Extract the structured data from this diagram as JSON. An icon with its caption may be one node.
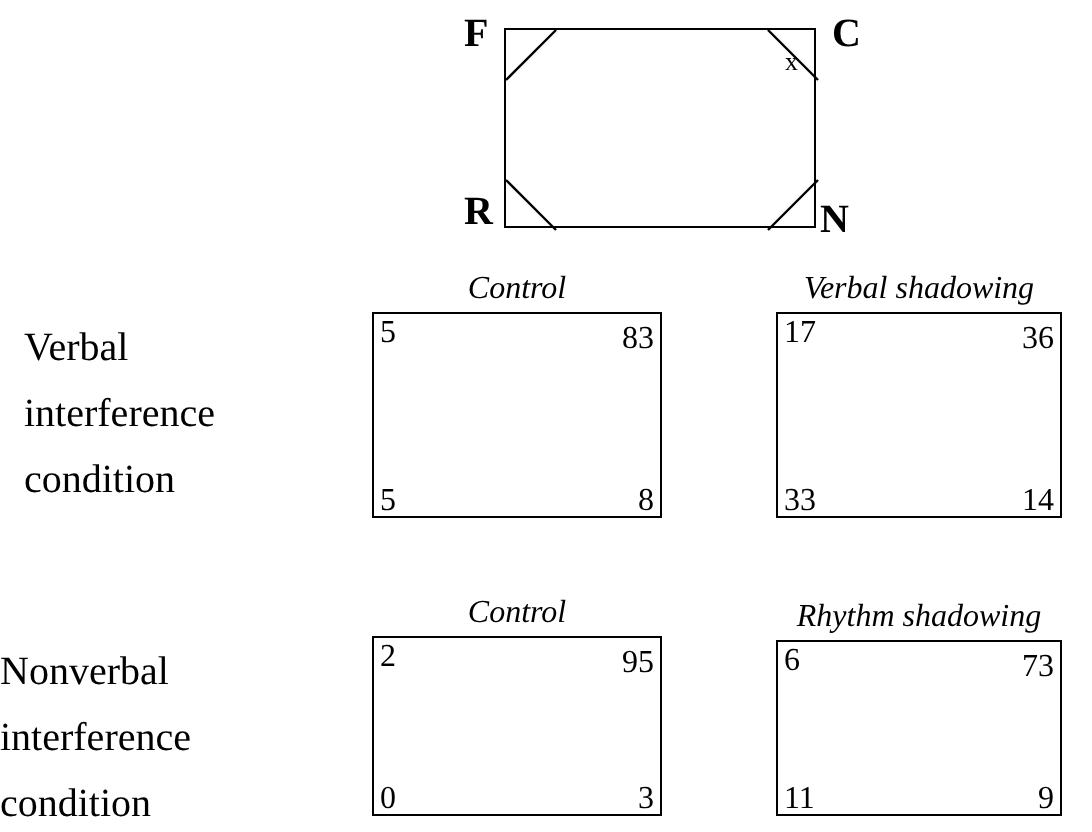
{
  "diagram": {
    "nodes": [
      {
        "text": [
          "x"
        ]
      },
      {
        "text": [
          "Control",
          "5",
          "83",
          "5",
          "8"
        ]
      },
      {
        "text": [
          "Verbal shadowing",
          "17",
          "36",
          "33",
          "14"
        ]
      },
      {
        "text": [
          "Control",
          "2",
          "95",
          "0",
          "3"
        ]
      },
      {
        "text": [
          "Rhythm shadowing",
          "6",
          "73",
          "11",
          "9"
        ]
      }
    ],
    "labels": [
      "F",
      "C",
      "R",
      "N",
      "Verbal interference condition",
      "Nonverbal interference condition"
    ]
  }
}
